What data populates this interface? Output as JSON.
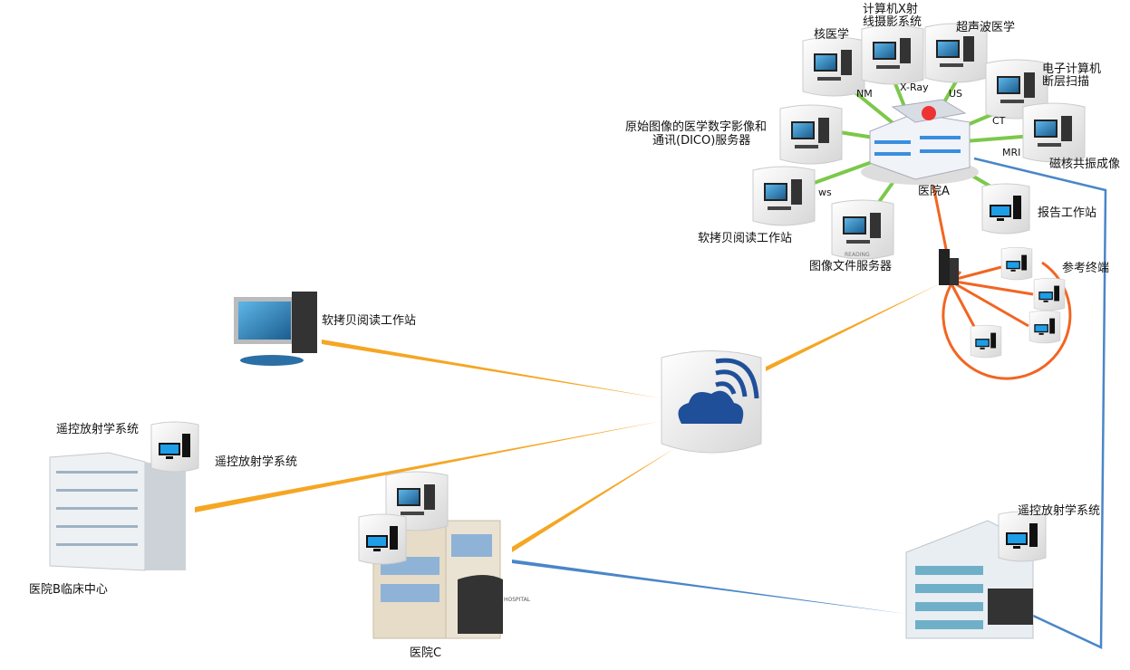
{
  "colors": {
    "orange": "#f5a623",
    "red_orange": "#f26522",
    "green": "#7cc84a",
    "blue": "#4a86c8",
    "cloud": "#1f4f99"
  },
  "hospital_a": {
    "name": "医院A",
    "nm": {
      "title": "核医学",
      "code": "NM"
    },
    "xray": {
      "title_line1": "计算机X射",
      "title_line2": "线摄影系统",
      "code": "X-Ray"
    },
    "us": {
      "title": "超声波医学",
      "code": "US"
    },
    "ct": {
      "title_line1": "电子计算机",
      "title_line2": "断层扫描",
      "code": "CT"
    },
    "mri": {
      "title": "磁核共振成像",
      "code": "MRI"
    },
    "dicom": {
      "title_line1": "原始图像的医学数字影像和",
      "title_line2": "通讯(DICO)服务器"
    },
    "ws": {
      "title": "软拷贝阅读工作站",
      "code": "ws"
    },
    "file_server": {
      "title": "图像文件服务器",
      "caption": "READING"
    },
    "report": {
      "title": "报告工作站"
    },
    "reference": {
      "title": "参考终端"
    }
  },
  "remote_workstation": {
    "title": "软拷贝阅读工作站"
  },
  "hospital_b": {
    "name": "医院B临床中心",
    "label_top": "遥控放射学系统",
    "label_right": "遥控放射学系统"
  },
  "hospital_c": {
    "name": "医院C",
    "sign": "HOSPITAL"
  },
  "hospital_d": {
    "label": "遥控放射学系统"
  }
}
